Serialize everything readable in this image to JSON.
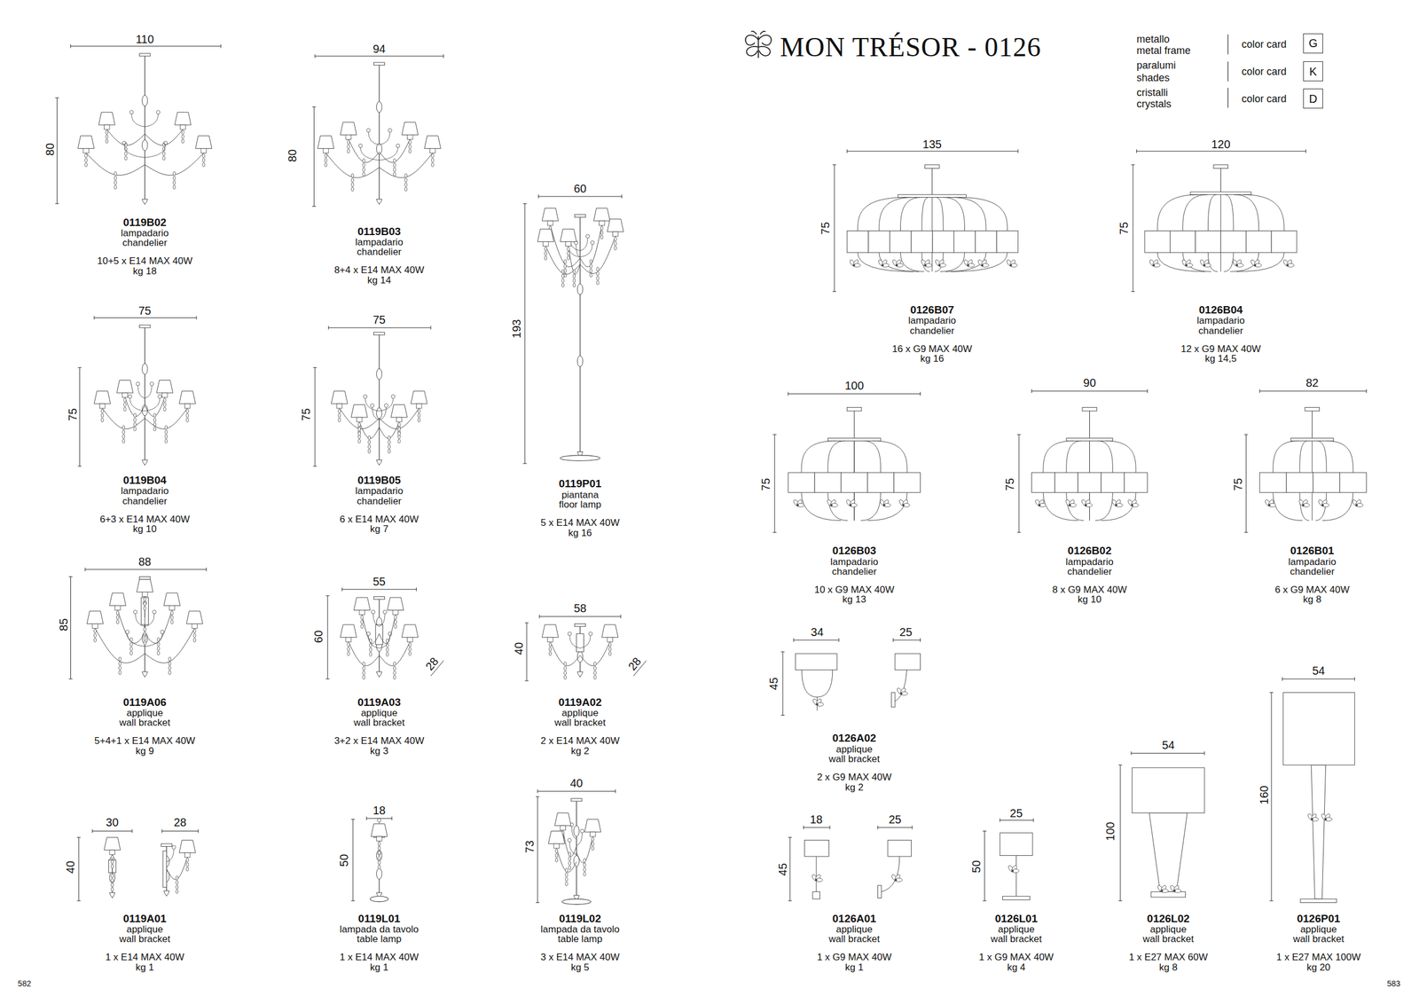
{
  "diagram": {
    "title": "MON TRÉSOR - 0126",
    "nodes": [
      {
        "text": [
          "G"
        ]
      },
      {
        "text": [
          "K"
        ]
      },
      {
        "text": [
          "D"
        ]
      }
    ],
    "labels": [
      "110",
      "80",
      "0119B02",
      "lampadario",
      "chandelier",
      "10+5 x E14 MAX 40W",
      "kg 18",
      "94",
      "80",
      "0119B03",
      "lampadario",
      "chandelier",
      "8+4 x E14 MAX 40W",
      "kg 14",
      "75",
      "75",
      "0119B04",
      "lampadario",
      "chandelier",
      "6+3 x E14 MAX 40W",
      "kg 10",
      "75",
      "75",
      "0119B05",
      "lampadario",
      "chandelier",
      "6 x E14 MAX 40W",
      "kg 7",
      "60",
      "193",
      "0119P01",
      "piantana",
      "floor lamp",
      "5 x E14 MAX 40W",
      "kg 16",
      "88",
      "85",
      "0119A06",
      "applique",
      "wall bracket",
      "5+4+1 x E14 MAX 40W",
      "kg 9",
      "55",
      "60",
      "28",
      "0119A03",
      "applique",
      "wall bracket",
      "3+2 x E14 MAX 40W",
      "kg 3",
      "58",
      "40",
      "28",
      "0119A02",
      "applique",
      "wall bracket",
      "2 x E14 MAX 40W",
      "kg 2",
      "30",
      "28",
      "40",
      "0119A01",
      "applique",
      "wall bracket",
      "1 x E14 MAX 40W",
      "kg 1",
      "18",
      "50",
      "0119L01",
      "lampada da tavolo",
      "table lamp",
      "1 x E14 MAX 40W",
      "kg 1",
      "40",
      "73",
      "0119L02",
      "lampada da tavolo",
      "table lamp",
      "3 x E14 MAX 40W",
      "kg 5",
      "582",
      "metallo",
      "metal frame",
      "color card",
      "paralumi",
      "shades",
      "color card",
      "cristalli",
      "crystals",
      "color card",
      "135",
      "75",
      "0126B07",
      "lampadario",
      "chandelier",
      "16 x G9 MAX 40W",
      "kg 16",
      "120",
      "75",
      "0126B04",
      "lampadario",
      "chandelier",
      "12 x G9 MAX 40W",
      "kg 14,5",
      "100",
      "75",
      "0126B03",
      "lampadario",
      "chandelier",
      "10 x G9 MAX 40W",
      "kg 13",
      "90",
      "75",
      "0126B02",
      "lampadario",
      "chandelier",
      "8 x G9 MAX 40W",
      "kg 10",
      "82",
      "75",
      "0126B01",
      "lampadario",
      "chandelier",
      "6 x G9 MAX 40W",
      "kg 8",
      "34",
      "25",
      "45",
      "0126A02",
      "applique",
      "wall bracket",
      "2 x G9 MAX 40W",
      "kg 2",
      "18",
      "25",
      "45",
      "0126A01",
      "applique",
      "wall bracket",
      "1 x G9 MAX 40W",
      "kg 1",
      "25",
      "50",
      "0126L01",
      "applique",
      "wall bracket",
      "1 x G9 MAX 40W",
      "kg 4",
      "54",
      "100",
      "0126L02",
      "applique",
      "wall bracket",
      "1 x E27 MAX 60W",
      "kg 8",
      "54",
      "160",
      "0126P01",
      "applique",
      "wall bracket",
      "1 x E27 MAX 100W",
      "kg 20",
      "583"
    ]
  }
}
